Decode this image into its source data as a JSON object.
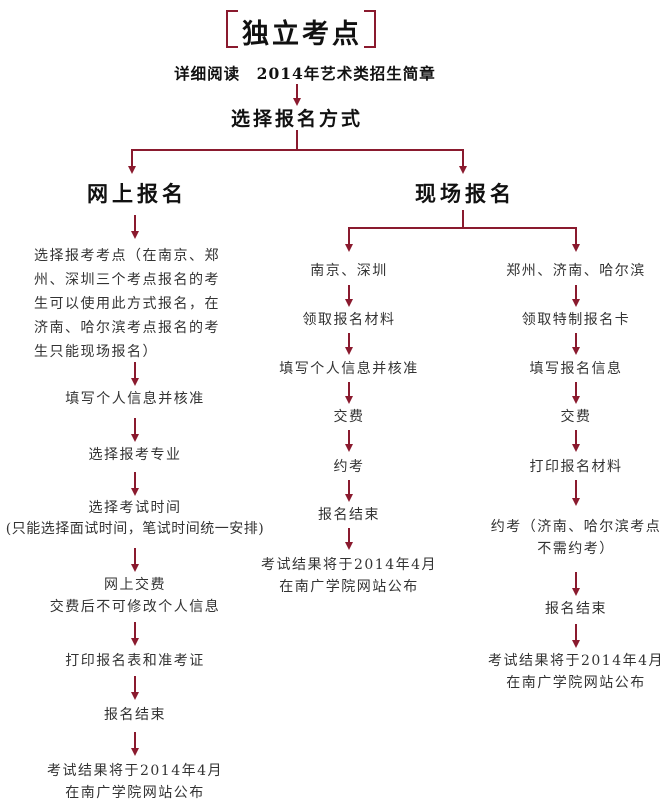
{
  "title": "独立考点",
  "intro": "详细阅读　2014年艺术类招生简章",
  "method_select": "选择报名方式",
  "colors": {
    "accent": "#8a1a2e",
    "text": "#333333",
    "heading": "#111111"
  },
  "online": {
    "heading": "网上报名",
    "steps": [
      "选择报考考点（在南京、郑州、深圳三个考点报名的考生可以使用此方式报名，在济南、哈尔滨考点报名的考生只能现场报名）",
      "填写个人信息并核准",
      "选择报考专业",
      "选择考试时间",
      "(只能选择面试时间，笔试时间统一安排)",
      "网上交费",
      "交费后不可修改个人信息",
      "打印报名表和准考证",
      "报名结束",
      "考试结果将于2014年4月",
      "在南广学院网站公布"
    ]
  },
  "onsite": {
    "heading": "现场报名",
    "branch_a": {
      "steps": [
        "南京、深圳",
        "领取报名材料",
        "填写个人信息并核准",
        "交费",
        "约考",
        "报名结束",
        "考试结果将于2014年4月",
        "在南广学院网站公布"
      ]
    },
    "branch_b": {
      "steps": [
        "郑州、济南、哈尔滨",
        "领取特制报名卡",
        "填写报名信息",
        "交费",
        "打印报名材料",
        "约考（济南、哈尔滨考点",
        "不需约考）",
        "报名结束",
        "考试结果将于2014年4月",
        "在南广学院网站公布"
      ]
    }
  }
}
